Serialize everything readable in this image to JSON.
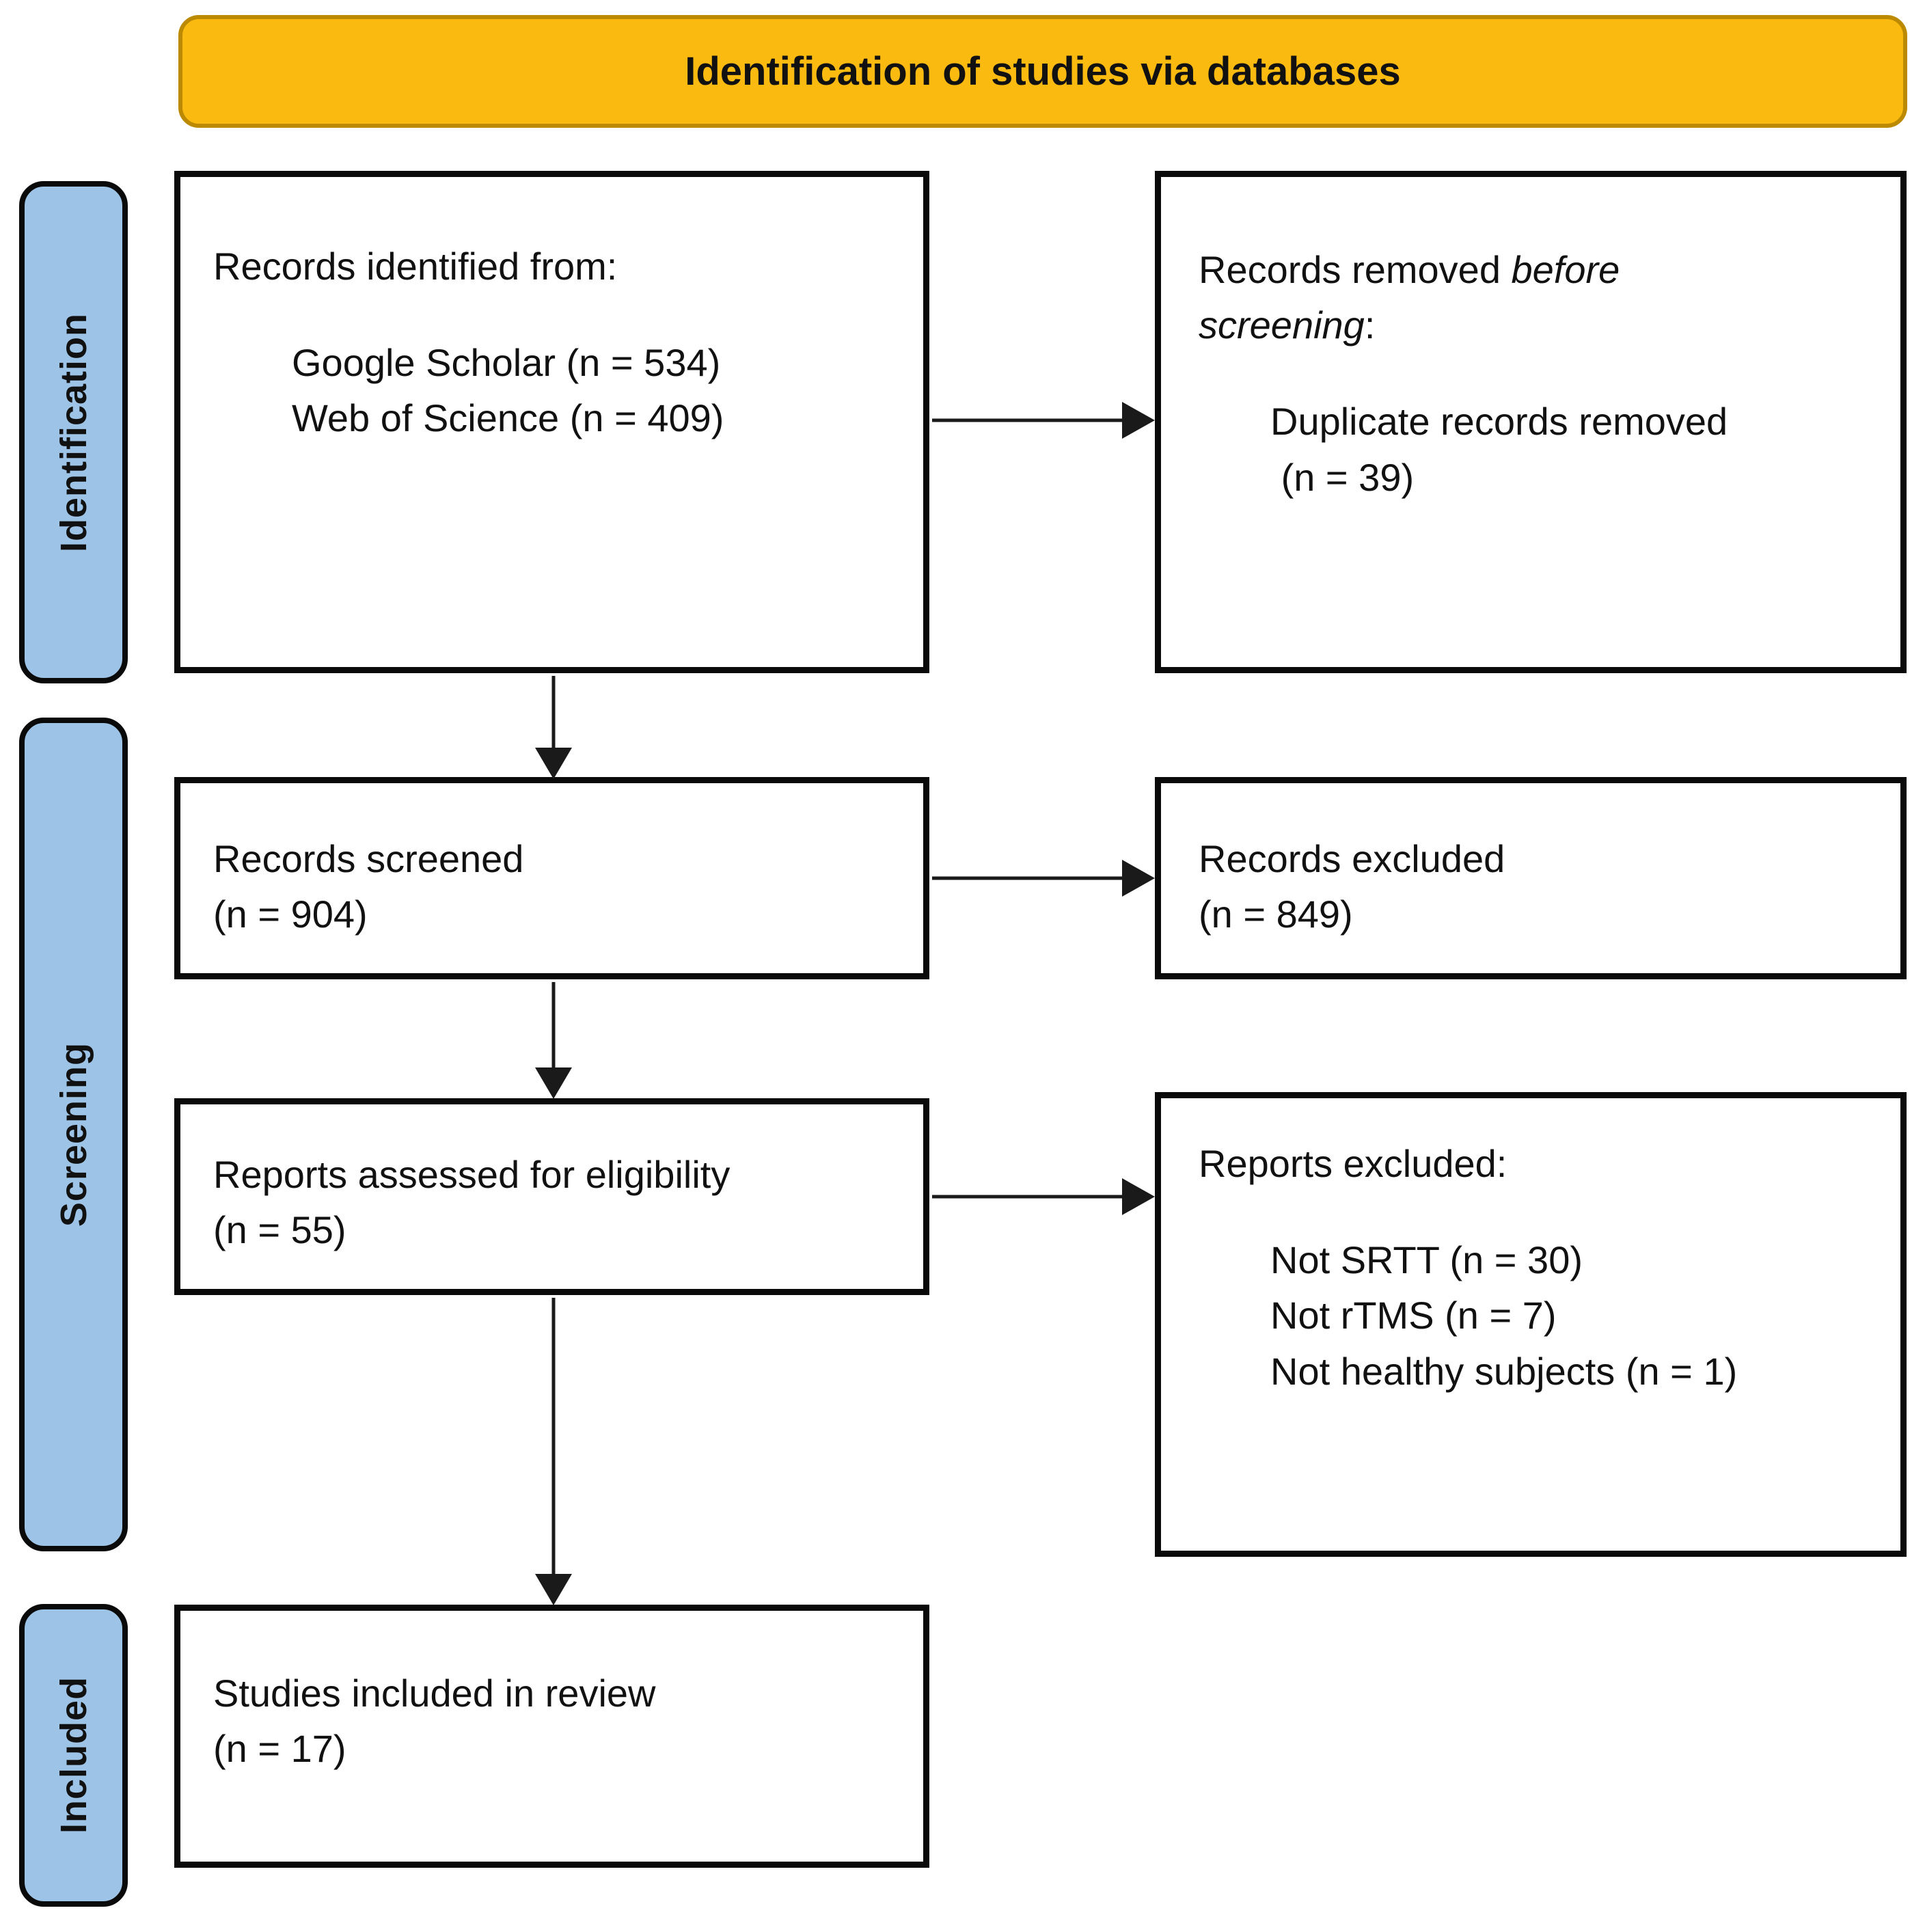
{
  "header": {
    "title": "Identification of studies via databases"
  },
  "stages": [
    {
      "label": "Identification"
    },
    {
      "label": "Screening"
    },
    {
      "label": "Included"
    }
  ],
  "boxes": {
    "records_identified": {
      "intro": "Records identified from:",
      "items": [
        "Google Scholar (n = 534)",
        "Web of Science (n = 409)"
      ]
    },
    "records_removed": {
      "intro_line1_normal": "Records removed ",
      "intro_line1_italic": "before",
      "intro_line2_italic": "screening",
      "intro_line2_suffix": ":",
      "items": [
        "Duplicate records removed",
        " (n = 39)"
      ]
    },
    "records_screened": {
      "lines": [
        "Records screened",
        "(n = 904)"
      ]
    },
    "records_excluded": {
      "lines": [
        "Records excluded",
        "(n = 849)"
      ]
    },
    "reports_assessed": {
      "lines": [
        "Reports assessed for eligibility",
        "(n = 55)"
      ]
    },
    "reports_excluded": {
      "intro": "Reports excluded:",
      "items": [
        "Not SRTT (n = 30)",
        "Not rTMS (n = 7)",
        "Not healthy subjects (n = 1)"
      ]
    },
    "studies_included": {
      "lines": [
        "Studies included in review",
        "(n = 17)"
      ]
    }
  },
  "colors": {
    "header_fill": "#FBBA10",
    "header_border": "#BB8A00",
    "stage_fill": "#9DC3E6",
    "stage_border": "#0a0a0a",
    "box_border": "#0a0a0a",
    "arrow_color": "#1a1a1a",
    "text_color": "#111111"
  }
}
